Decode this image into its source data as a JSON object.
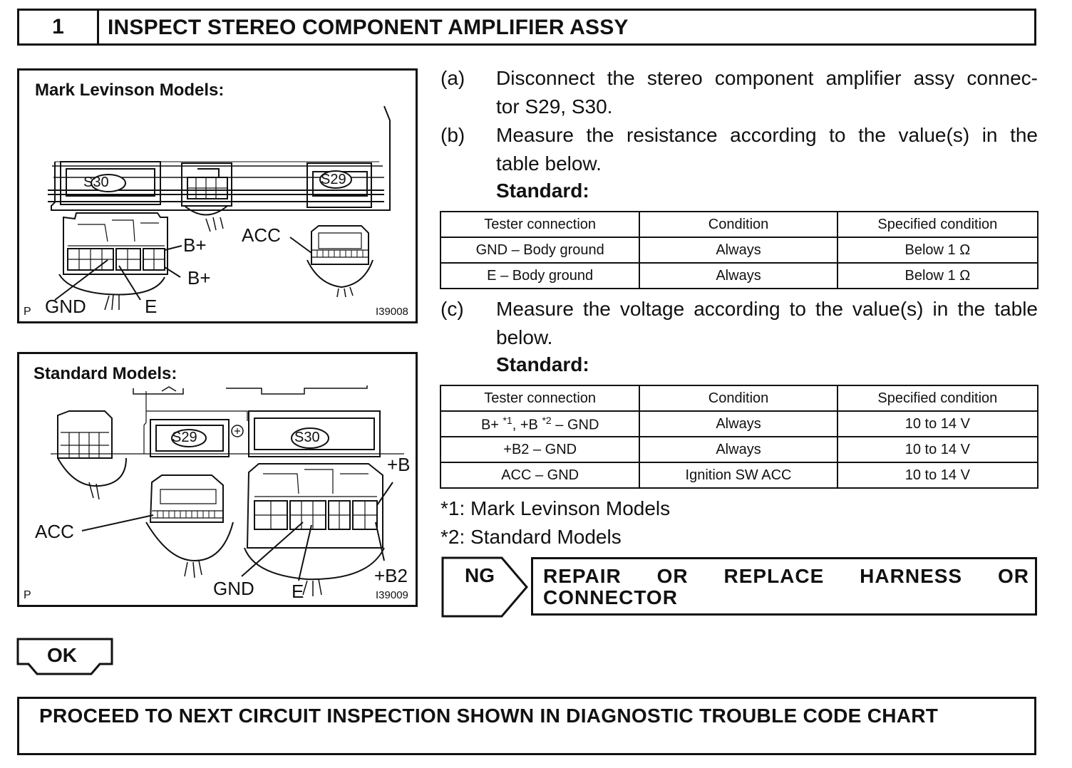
{
  "header": {
    "number": "1",
    "title": "INSPECT STEREO COMPONENT AMPLIFIER ASSY"
  },
  "figure1": {
    "title": "Mark Levinson Models:",
    "connector_a": "S30",
    "connector_b": "S29",
    "labels": {
      "b_plus_1": "B+",
      "b_plus_2": "B+",
      "acc": "ACC",
      "gnd": "GND",
      "e": "E"
    },
    "corner": "P",
    "code": "I39008"
  },
  "figure2": {
    "title": "Standard Models:",
    "connector_a": "S29",
    "connector_b": "S30",
    "labels": {
      "plus_b": "+B",
      "acc": "ACC",
      "gnd": "GND",
      "e": "E",
      "plus_b2": "+B2"
    },
    "corner": "P",
    "code": "I39009"
  },
  "steps": {
    "a": {
      "key": "(a)",
      "line1": "Disconnect the stereo component amplifier assy connec-",
      "line2": "tor S29, S30."
    },
    "b": {
      "key": "(b)",
      "line1": "Measure the resistance according to the value(s) in the",
      "line2": "table below."
    },
    "c": {
      "key": "(c)",
      "line1": "Measure the voltage according to the value(s) in the table",
      "line2": "below."
    },
    "standard_label": "Standard:"
  },
  "resistance_table": {
    "headers": [
      "Tester connection",
      "Condition",
      "Specified condition"
    ],
    "rows": [
      [
        "GND – Body ground",
        "Always",
        "Below 1 Ω"
      ],
      [
        "E – Body ground",
        "Always",
        "Below 1 Ω"
      ]
    ]
  },
  "voltage_table": {
    "headers": [
      "Tester connection",
      "Condition",
      "Specified condition"
    ],
    "row1": {
      "a": "B+ ",
      "sup1": "*1",
      "b": ", +B ",
      "sup2": "*2",
      "c": " – GND",
      "condition": "Always",
      "spec": "10 to 14 V"
    },
    "rows": [
      [
        "+B2 – GND",
        "Always",
        "10 to 14 V"
      ],
      [
        "ACC – GND",
        "Ignition SW ACC",
        "10 to 14 V"
      ]
    ]
  },
  "notes": [
    "*1: Mark Levinson Models",
    "*2: Standard Models"
  ],
  "ng": {
    "label": "NG",
    "line1": "REPAIR OR REPLACE HARNESS OR",
    "line2": "CONNECTOR"
  },
  "ok": {
    "label": "OK"
  },
  "proceed": "PROCEED TO NEXT CIRCUIT INSPECTION SHOWN IN DIAGNOSTIC TROUBLE CODE CHART"
}
